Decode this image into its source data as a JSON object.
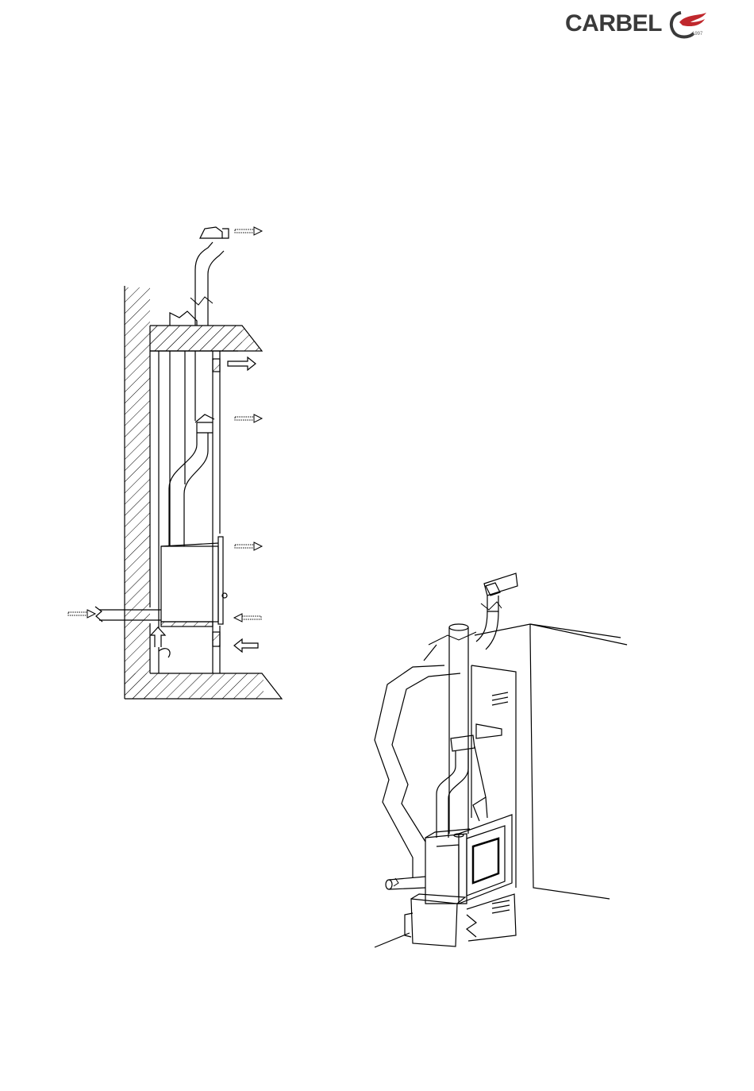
{
  "brand": {
    "name": "CARBEL",
    "year": "1997",
    "colors": {
      "text": "#3a3a3a",
      "flame": "#c0282d"
    }
  },
  "figures": [
    {
      "id": "section-view",
      "kind": "installation cross-section"
    },
    {
      "id": "perspective-view",
      "kind": "installation perspective"
    }
  ],
  "arrows": [
    {
      "id": "air-out-top",
      "type": "dotted"
    },
    {
      "id": "air-out-upper-vent",
      "type": "hollow"
    },
    {
      "id": "air-out-middle",
      "type": "dotted"
    },
    {
      "id": "air-out-front",
      "type": "dotted"
    },
    {
      "id": "air-in-outside",
      "type": "dotted"
    },
    {
      "id": "air-in-lower-vent",
      "type": "dotted"
    },
    {
      "id": "air-in-room",
      "type": "hollow"
    },
    {
      "id": "air-up-under-stove",
      "type": "hollow"
    }
  ]
}
